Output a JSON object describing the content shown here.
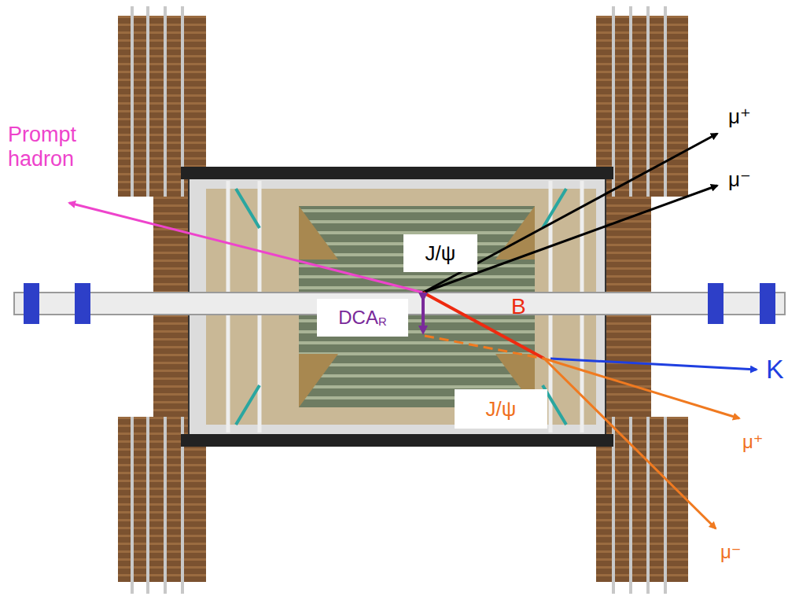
{
  "diagram": {
    "nodes": [
      {
        "text": [
          "J/ψ"
        ]
      },
      {
        "text": [
          "DCA",
          "R"
        ]
      },
      {
        "text": [
          "J/ψ"
        ]
      }
    ],
    "labels": [
      "Prompt hadron",
      "B",
      "μ⁺",
      "μ⁻",
      "K",
      "μ⁺",
      "μ⁻"
    ]
  }
}
